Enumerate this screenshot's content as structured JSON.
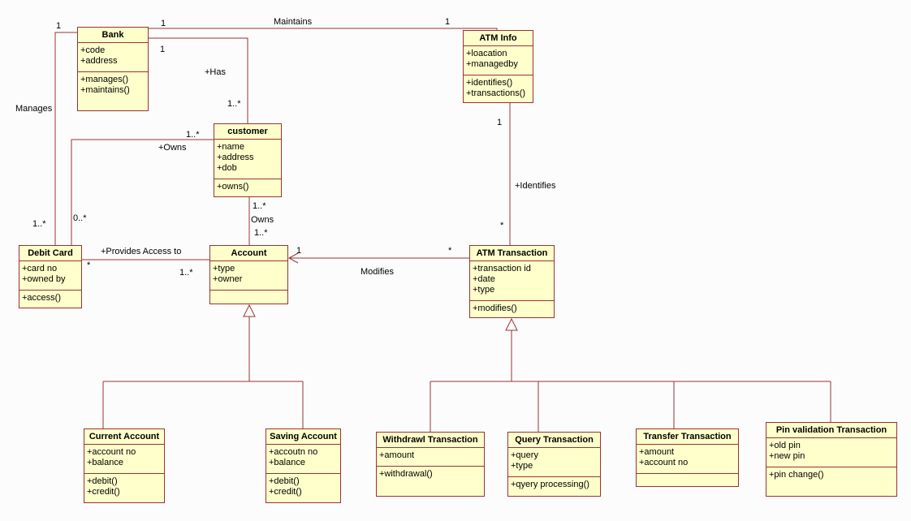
{
  "colors": {
    "background": "#fcfcfc",
    "class_fill": "#ffffcc",
    "class_border": "#993333",
    "connector": "#993333",
    "text": "#000000"
  },
  "classes": {
    "bank": {
      "name": "Bank",
      "attributes": [
        "+code",
        "+address"
      ],
      "methods": [
        "+manages()",
        "+maintains()"
      ]
    },
    "atm_info": {
      "name": "ATM Info",
      "attributes": [
        "+loacation",
        "+managedby"
      ],
      "methods": [
        "+identifies()",
        "+transactions()"
      ]
    },
    "customer": {
      "name": "customer",
      "attributes": [
        "+name",
        "+address",
        "+dob"
      ],
      "methods": [
        "+owns()"
      ]
    },
    "debit_card": {
      "name": "Debit Card",
      "attributes": [
        "+card no",
        "+owned by"
      ],
      "methods": [
        "+access()"
      ]
    },
    "account": {
      "name": "Account",
      "attributes": [
        "+type",
        "+owner"
      ],
      "methods": []
    },
    "atm_transaction": {
      "name": "ATM Transaction",
      "attributes": [
        "+transaction id",
        "+date",
        "+type"
      ],
      "methods": [
        "+modifies()"
      ]
    },
    "current_account": {
      "name": "Current Account",
      "attributes": [
        "+account no",
        "+balance"
      ],
      "methods": [
        "+debit()",
        "+credit()"
      ]
    },
    "saving_account": {
      "name": "Saving Account",
      "attributes": [
        "+accoutn no",
        "+balance"
      ],
      "methods": [
        "+debit()",
        "+credit()"
      ]
    },
    "withdrawl_transaction": {
      "name": "Withdrawl Transaction",
      "attributes": [
        "+amount"
      ],
      "methods": [
        "+withdrawal()"
      ]
    },
    "query_transaction": {
      "name": "Query Transaction",
      "attributes": [
        "+query",
        "+type"
      ],
      "methods": [
        "+qyery processing()"
      ]
    },
    "transfer_transaction": {
      "name": "Transfer Transaction",
      "attributes": [
        "+amount",
        "+account no"
      ],
      "methods": []
    },
    "pin_validation_transaction": {
      "name": "Pin validation Transaction",
      "attributes": [
        "+old pin",
        "+new pin"
      ],
      "methods": [
        "+pin change()"
      ]
    }
  },
  "associations": {
    "maintains": {
      "label": "Maintains",
      "from_mult": "1",
      "to_mult": "1"
    },
    "manages": {
      "label": "Manages",
      "from_mult": "1",
      "to_mult": "1..*"
    },
    "has": {
      "label": "+Has",
      "from_mult": "1",
      "to_mult": "1..*"
    },
    "owns_debit_card": {
      "label": "+Owns",
      "from_mult": "1..*",
      "to_mult": "0..*"
    },
    "owns_account": {
      "label": "Owns",
      "from_mult": "1..*",
      "to_mult": "1..*"
    },
    "provides_access": {
      "label": "+Provides Access to",
      "from_mult": "*",
      "to_mult": "1..*"
    },
    "modifies": {
      "label": "Modifies",
      "from_mult": "*",
      "to_mult": "1"
    },
    "identifies": {
      "label": "+Identifies",
      "from_mult": "1",
      "to_mult": "*"
    }
  }
}
